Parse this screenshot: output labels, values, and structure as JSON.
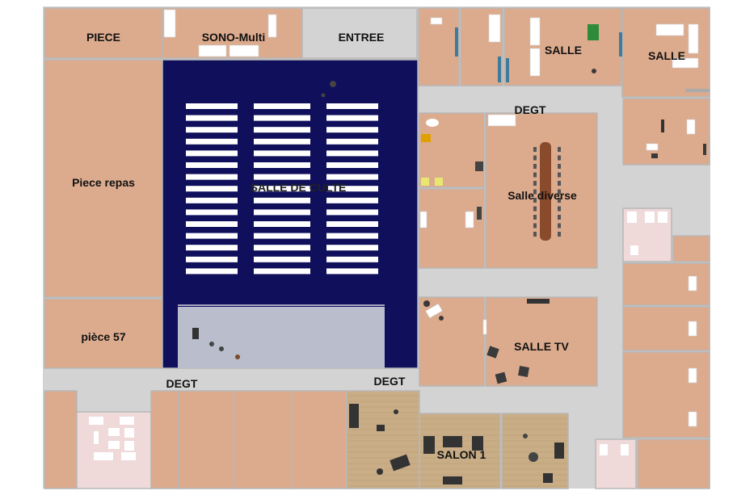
{
  "rooms": {
    "piece": "PIECE",
    "sono": "SONO-Multi",
    "entree": "ENTREE",
    "salle_1": "SALLE",
    "salle_2": "SALLE",
    "degt_top": "DEGT",
    "piece_repas": "Piece repas",
    "salle_culte": "SALLE DE CULTE",
    "salle_diverse": "Salle diverse",
    "piece_57": "pièce 57",
    "salle_tv": "SALLE TV",
    "degt_bottom_left": "DEGT",
    "degt_bottom_mid": "DEGT",
    "salon_1": "SALON 1"
  },
  "colors": {
    "room_floor": "#dcab8e",
    "corridor": "#d3d3d3",
    "worship_hall": "#0f0f5c",
    "stage": "#b9bdcc",
    "wood_floor": "#c8ad87",
    "tiles": "#efd9d9"
  }
}
